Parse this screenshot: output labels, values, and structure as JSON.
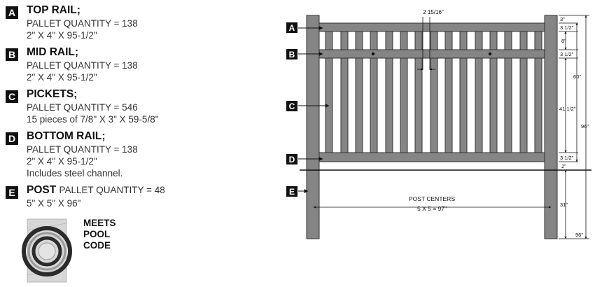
{
  "parts": [
    {
      "letter": "A",
      "title": "TOP RAIL;",
      "lines": [
        "PALLET QUANTITY = 138",
        "2\" X 4\" X 95-1/2\""
      ]
    },
    {
      "letter": "B",
      "title": "MID RAIL;",
      "lines": [
        "PALLET QUANTITY = 138",
        "2\" X 4\" X 95-1/2\""
      ]
    },
    {
      "letter": "C",
      "title": "PICKETS;",
      "lines": [
        "PALLET QUANTITY = 546",
        "15 pieces of 7/8\" X 3\" X 59-5/8\""
      ]
    },
    {
      "letter": "D",
      "title": "BOTTOM RAIL;",
      "lines": [
        "PALLET QUANTITY = 138",
        "2\" X 4\" X 95-1/2\"",
        "Includes steel channel."
      ]
    },
    {
      "letter": "E",
      "title": "POST",
      "inline": "PALLET QUANTITY = 48",
      "lines": [
        "5\" X 5\" X 96\""
      ]
    }
  ],
  "pool_badge": {
    "line1": "MEETS",
    "line2": "POOL",
    "line3": "CODE"
  },
  "diagram": {
    "callouts": [
      "A",
      "B",
      "C",
      "D",
      "E"
    ],
    "spacing_label": "2 15/16\"",
    "right_dims": [
      "3\"",
      "3 1/2\"",
      "8\"",
      "3 1/2\"",
      "41 1/2\"",
      "3 1/2\"",
      "2\""
    ],
    "outer_dims": [
      "60\"",
      "96\"",
      "31\"",
      "96\""
    ],
    "post_centers_label": "POST CENTERS",
    "post_centers_formula": "5 X 5 = 97\""
  },
  "colors": {
    "fence_fill": "#858585",
    "fence_stroke": "#333333",
    "ground_line": "#111111",
    "badge_bg": "#111111"
  }
}
